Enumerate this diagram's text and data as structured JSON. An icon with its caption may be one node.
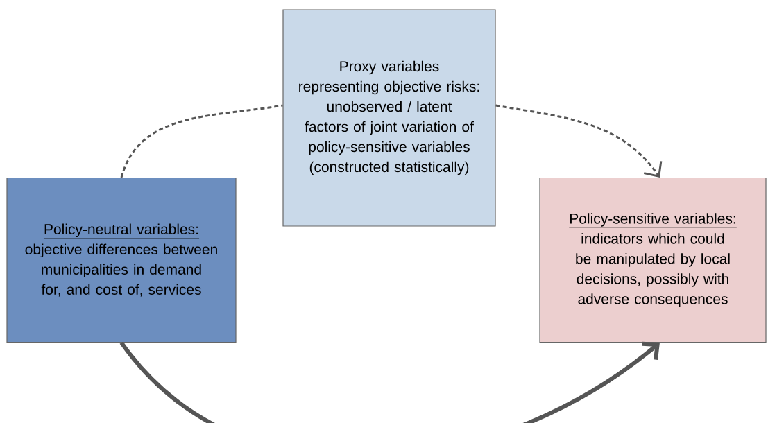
{
  "diagram": {
    "nodes": [
      {
        "text": [
          "Proxy variables representing objective risks:",
          "unobserved / latent factors of joint variation of policy-sensitive variables (constructed statistically)"
        ]
      },
      {
        "text": [
          "Policy-neutral variables:",
          "objective differences between municipalities in demand for, and cost of, services"
        ]
      },
      {
        "text": [
          "Policy-sensitive variables:",
          "indicators which could be manipulated by local decisions, possibly with adverse consequences"
        ]
      }
    ],
    "edges": [
      {
        "from": 1,
        "to": 0,
        "arrow": "none",
        "style": "dashed"
      },
      {
        "from": 0,
        "to": 2,
        "arrow": "to",
        "style": "dashed"
      },
      {
        "from": 1,
        "to": 2,
        "arrow": "to",
        "style": "thick"
      }
    ]
  }
}
